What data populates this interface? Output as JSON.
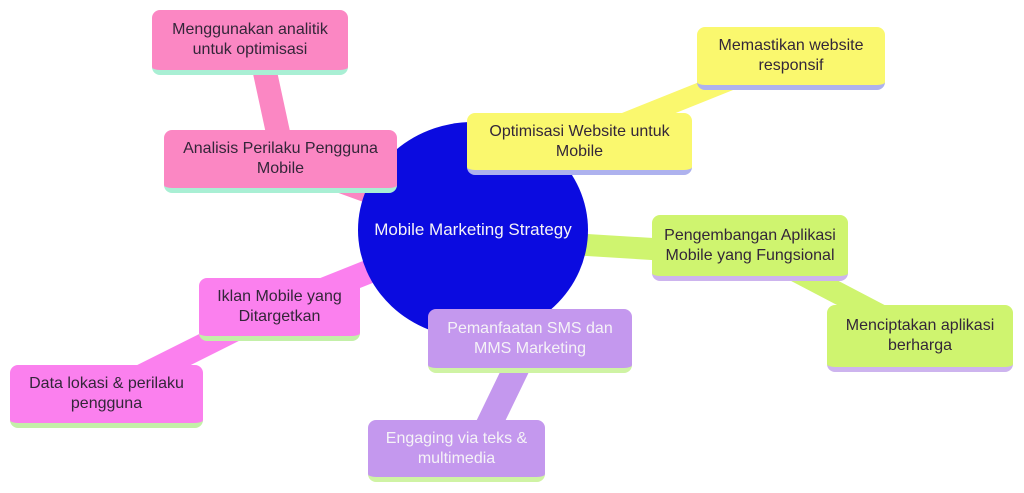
{
  "diagram": {
    "type": "mindmap",
    "center": {
      "label": "Mobile Marketing Strategy"
    },
    "branches": [
      {
        "label": "Analisis Perilaku Pengguna Mobile",
        "color": "#fb87c3",
        "underline_color": "#a9efd4",
        "children": [
          {
            "label": "Menggunakan analitik untuk optimisasi"
          }
        ]
      },
      {
        "label": "Optimisasi Website untuk Mobile",
        "color": "#faf86e",
        "underline_color": "#aeb2ee",
        "children": [
          {
            "label": "Memastikan website responsif"
          }
        ]
      },
      {
        "label": "Pengembangan Aplikasi Mobile yang Fungsional",
        "color": "#cff46f",
        "underline_color": "#cdb4ee",
        "children": [
          {
            "label": "Menciptakan aplikasi berharga"
          }
        ]
      },
      {
        "label": "Iklan Mobile yang Ditargetkan",
        "color": "#fb80ee",
        "underline_color": "#c3f0a8",
        "children": [
          {
            "label": "Data lokasi & perilaku pengguna"
          }
        ]
      },
      {
        "label": "Pemanfaatan SMS dan MMS Marketing",
        "color": "#c498ee",
        "underline_color": "#cff3a4",
        "children": [
          {
            "label": "Engaging via teks & multimedia"
          }
        ]
      }
    ],
    "center_color": "#0b0be0",
    "center_text_color": "#f5f3f7",
    "dark_text_color": "#332639",
    "background_color": "#ffffff"
  },
  "nodes": {
    "center": {
      "label": "Mobile Marketing Strategy"
    },
    "menggunakan": {
      "label": "Menggunakan analitik untuk optimisasi"
    },
    "analisis": {
      "label": "Analisis Perilaku Pengguna Mobile"
    },
    "memastikan": {
      "label": "Memastikan website responsif"
    },
    "optimisasi": {
      "label": "Optimisasi Website untuk Mobile"
    },
    "pengembangan": {
      "label": "Pengembangan Aplikasi Mobile yang Fungsional"
    },
    "menciptakan": {
      "label": "Menciptakan aplikasi berharga"
    },
    "iklan": {
      "label": "Iklan Mobile yang Ditargetkan"
    },
    "datalokasi": {
      "label": "Data lokasi & perilaku pengguna"
    },
    "pemanfaatan": {
      "label": "Pemanfaatan SMS dan MMS Marketing"
    },
    "engaging": {
      "label": "Engaging via teks & multimedia"
    }
  }
}
